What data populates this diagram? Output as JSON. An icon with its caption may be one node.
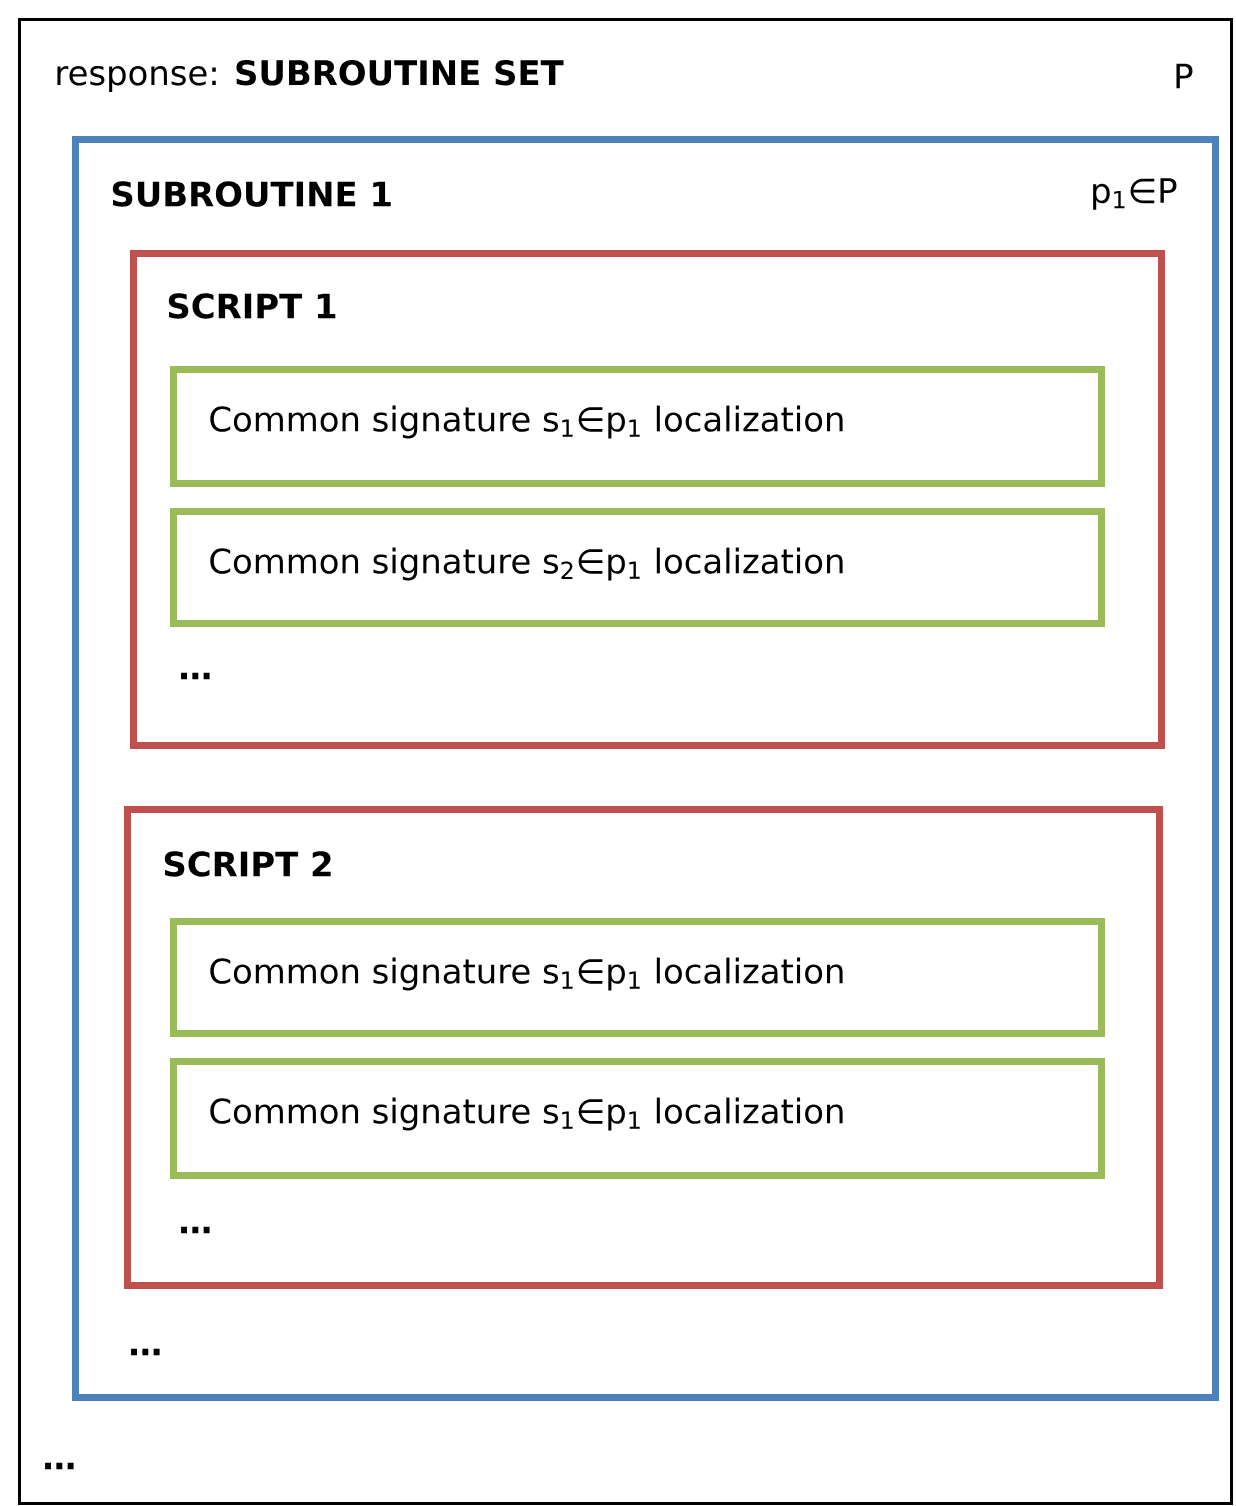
{
  "diagram": {
    "nodes": [
      {
        "text": [
          "response:  **SUBROUTINE SET**",
          "P",
          "…"
        ]
      },
      {
        "text": [
          "SUBROUTINE 1",
          "p$_{1}$∈P",
          "…"
        ],
        "in": 0
      },
      {
        "text": [
          "SCRIPT 1",
          "…"
        ],
        "in": 1
      },
      {
        "text": [
          "Common signature s$_{1}$∈p$_{1}$  localization"
        ],
        "in": 2
      },
      {
        "text": [
          "Common signature s$_{2}$∈p$_{1}$ localization"
        ],
        "in": 2
      },
      {
        "text": [
          "SCRIPT 2",
          "…"
        ],
        "in": 1
      },
      {
        "text": [
          "Common signature s$_{1}$∈p$_{1}$ localization"
        ],
        "in": 5
      },
      {
        "text": [
          "Common signature s$_{1}$∈p$_{1}$ localization"
        ],
        "in": 5
      }
    ]
  }
}
